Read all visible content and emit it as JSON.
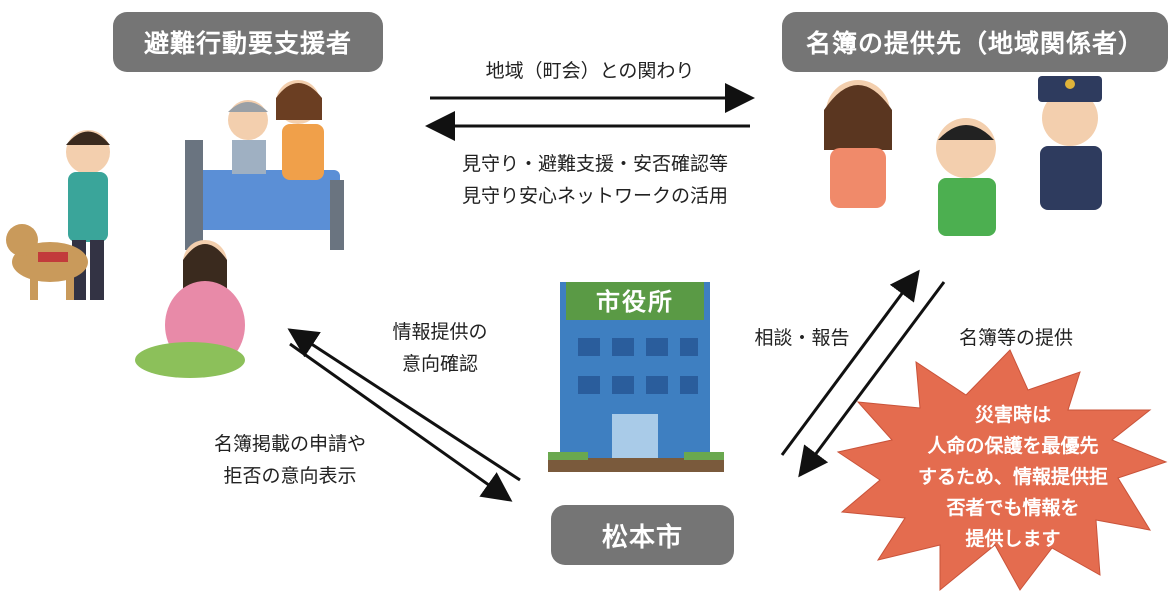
{
  "boxes": {
    "support_needed": "避難行動要支援者",
    "list_recipients": "名簿の提供先（地域関係者）",
    "city": "松本市"
  },
  "city_hall_sign": "市役所",
  "arrows": {
    "community_relation": "地域（町会）との関わり",
    "support_lines": [
      "見守り・避難支援・安否確認等",
      "見守り安心ネットワークの活用"
    ],
    "intention_check": [
      "情報提供の",
      "意向確認"
    ],
    "application": [
      "名簿掲載の申請や",
      "拒否の意向表示"
    ],
    "consult": "相談・報告",
    "provide": "名簿等の提供"
  },
  "burst": {
    "lines": [
      "災害時は",
      "人命の保護を最優先",
      "するため、情報提供拒",
      "否者でも情報を",
      "提供します"
    ],
    "color": "#e46c4f"
  },
  "colors": {
    "box": "#757575",
    "building": "#3e7fc1",
    "sign": "#5a9a45"
  }
}
